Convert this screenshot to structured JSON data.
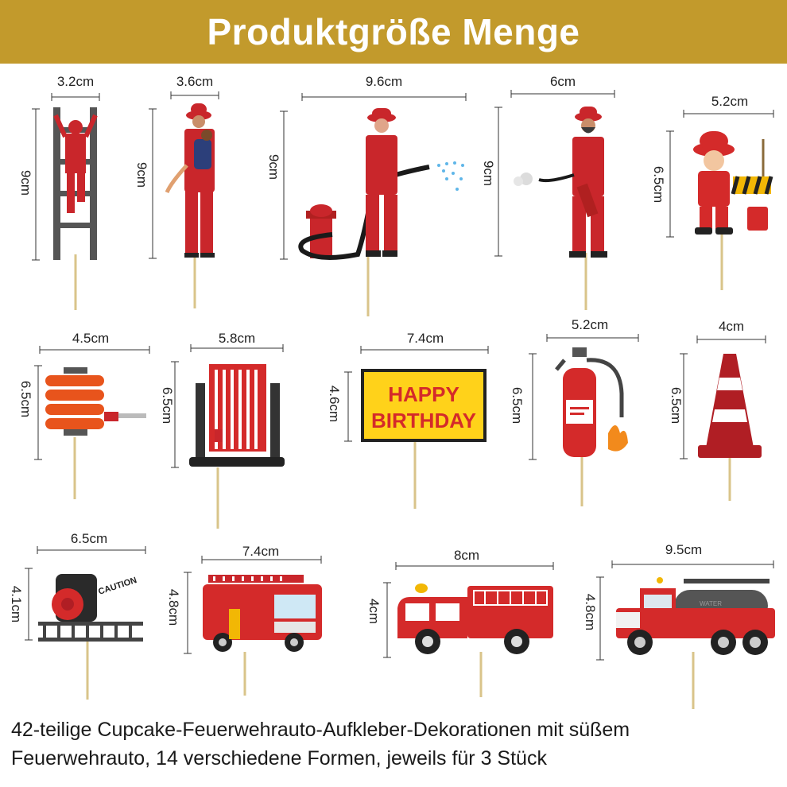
{
  "header": {
    "title": "Produktgröße Menge"
  },
  "toppers": [
    {
      "name": "firefighter-ladder",
      "width": "3.2cm",
      "height": "9cm"
    },
    {
      "name": "firefighter-rescue",
      "width": "3.6cm",
      "height": "9cm"
    },
    {
      "name": "firefighter-hydrant-hose",
      "width": "9.6cm",
      "height": "9cm"
    },
    {
      "name": "firefighter-extinguisher",
      "width": "6cm",
      "height": "9cm"
    },
    {
      "name": "kid-firefighter",
      "width": "5.2cm",
      "height": "6.5cm"
    },
    {
      "name": "hose-reel",
      "width": "4.5cm",
      "height": "6.5cm"
    },
    {
      "name": "hose-stand",
      "width": "5.8cm",
      "height": "6.5cm"
    },
    {
      "name": "happy-birthday-sign",
      "width": "7.4cm",
      "height": "4.6cm",
      "sign_text_line1": "HAPPY",
      "sign_text_line2": "BIRTHDAY"
    },
    {
      "name": "fire-extinguisher",
      "width": "5.2cm",
      "height": "6.5cm"
    },
    {
      "name": "traffic-cone",
      "width": "4cm",
      "height": "6.5cm"
    },
    {
      "name": "caution-reel-ladder",
      "width": "6.5cm",
      "height": "4.1cm",
      "caution_text": "CAUTION"
    },
    {
      "name": "ladder-truck",
      "width": "7.4cm",
      "height": "4.8cm"
    },
    {
      "name": "fire-truck",
      "width": "8cm",
      "height": "4cm"
    },
    {
      "name": "tanker-truck",
      "width": "9.5cm",
      "height": "4.8cm",
      "tank_text": "WATER"
    }
  ],
  "footer": {
    "line1": "42-teilige Cupcake-Feuerwehrauto-Aufkleber-Dekorationen mit süßem",
    "line2": "Feuerwehrauto, 14 verschiedene Formen, jeweils für 3 Stück"
  },
  "colors": {
    "header_bg": "#c29a2c",
    "fire_red": "#d42a2a",
    "stick": "#d9c48a"
  }
}
